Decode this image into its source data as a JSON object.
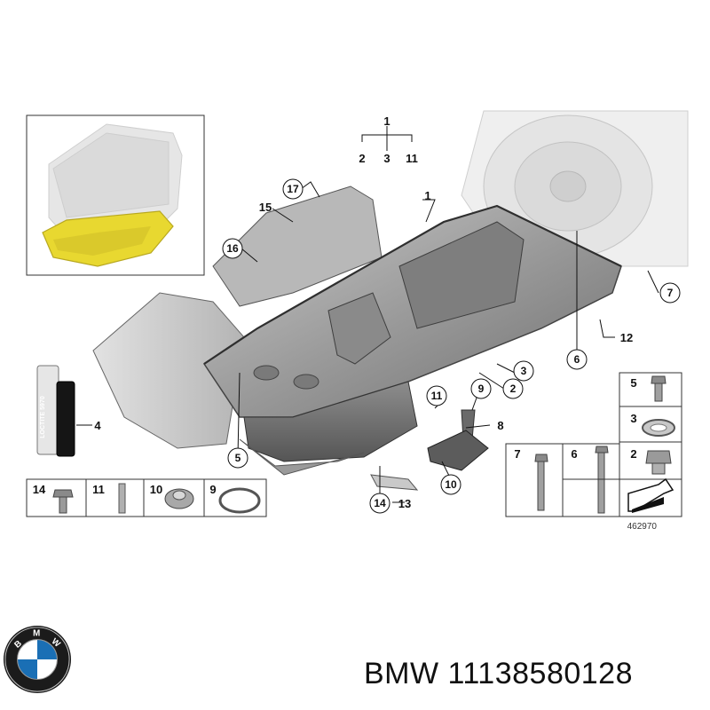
{
  "diagram": {
    "reference_number": "462970",
    "tube_label": "LOCTITE 5970",
    "callouts": {
      "c1_top": "1",
      "c2_top": "2",
      "c3_top": "3",
      "c11_top": "11",
      "c1_pan": "1",
      "c15": "15",
      "c17": "17",
      "c16": "16",
      "c7_right": "7",
      "c12": "12",
      "c6": "6",
      "c3_mid": "3",
      "c2_mid": "2",
      "c11_mid": "11",
      "c9_mid": "9",
      "c8": "8",
      "c10_mid": "10",
      "c4": "4",
      "c5_mid": "5",
      "c14_mid": "14",
      "c13": "13"
    },
    "legend_left": [
      "14",
      "11",
      "10",
      "9"
    ],
    "legend_right_bottom": [
      "7",
      "6"
    ],
    "legend_right_stack": [
      "5",
      "3",
      "2"
    ]
  },
  "brand": {
    "logo_letters": [
      "B",
      "M",
      "W"
    ],
    "text": "BMW 11138580128"
  },
  "colors": {
    "engine_highlight": "#e8d830",
    "pan_gray": "#9a9a9a",
    "blue": "#1a6fb5"
  }
}
